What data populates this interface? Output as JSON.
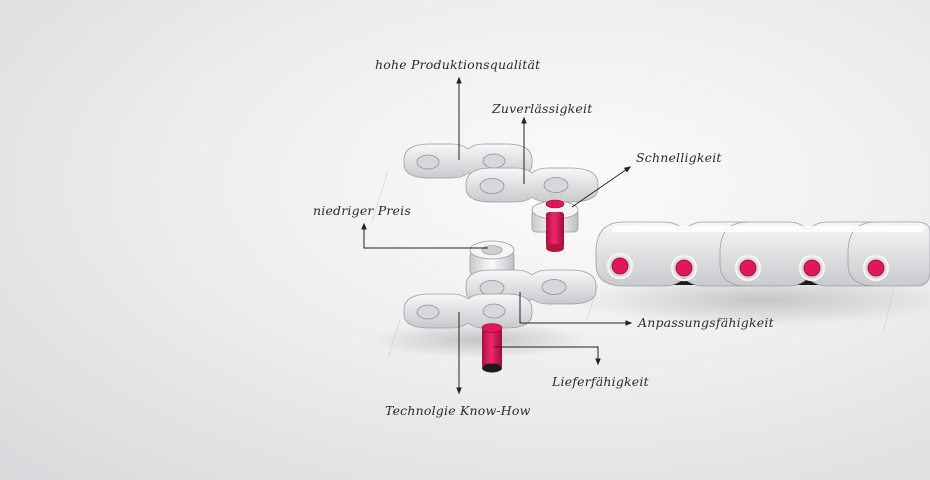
{
  "labels": {
    "quality": "hohe Produktionsqualität",
    "reliability": "Zuverlässigkeit",
    "speed": "Schnelligkeit",
    "price": "niedriger Preis",
    "adaptability": "Anpassungsfähigkeit",
    "delivery": "Lieferfähigkeit",
    "know_how": "Technolgie Know-How"
  },
  "colors": {
    "accent_pin": "#e0185a",
    "link_plate": "#e9eaec",
    "link_dark": "#1b1b1d"
  }
}
